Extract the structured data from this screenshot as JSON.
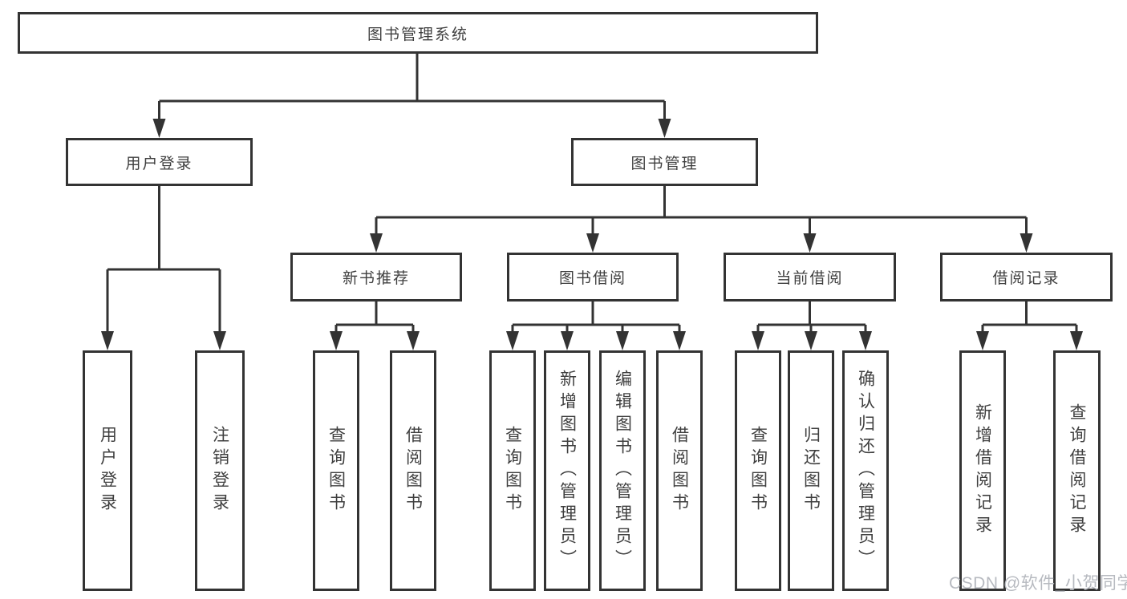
{
  "diagram": {
    "line_color": "#333333",
    "text_color": "#3f3f3f",
    "root": {
      "label": "图书管理系统"
    },
    "level2": {
      "user_login": {
        "label": "用户登录"
      },
      "book_management": {
        "label": "图书管理"
      }
    },
    "level3": {
      "new_book_recommend": {
        "label": "新书推荐"
      },
      "book_borrow": {
        "label": "图书借阅"
      },
      "current_borrow": {
        "label": "当前借阅"
      },
      "borrow_record": {
        "label": "借阅记录"
      }
    },
    "leaves": {
      "user_login": [
        "用户登录",
        "注销登录"
      ],
      "new_book_recommend": [
        "查询图书",
        "借阅图书"
      ],
      "book_borrow": [
        "查询图书",
        "新增图书（管理员）",
        "编辑图书（管理员）",
        "借阅图书"
      ],
      "current_borrow": [
        "查询图书",
        "归还图书",
        "确认归还（管理员）"
      ],
      "borrow_record": [
        "新增借阅记录",
        "查询借阅记录"
      ]
    }
  },
  "watermark": {
    "text": "CSDN @软件_小贺同学",
    "color": "#b7bac0"
  }
}
